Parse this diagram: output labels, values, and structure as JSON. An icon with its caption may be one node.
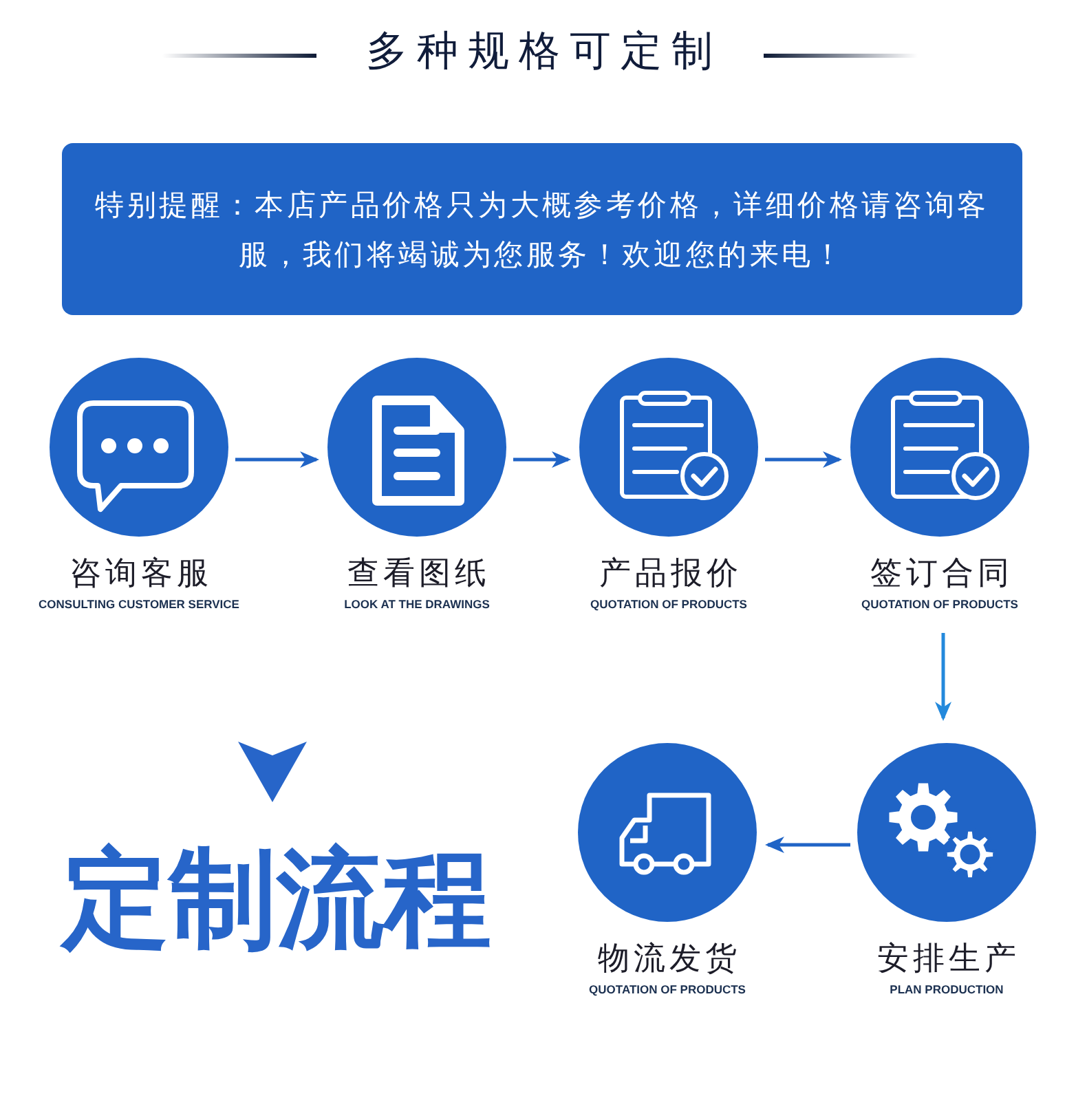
{
  "diagram": {
    "title": "多种规格可定制",
    "nodes": [
      {
        "text": [
          "特别提醒：本店产品价格只为大概参考价格，详细价格请咨询客服，我们将竭诚为您服务！欢迎您的来电！"
        ]
      },
      {
        "text": [
          "咨询客服",
          "CONSULTING CUSTOMER SERVICE"
        ]
      },
      {
        "text": [
          "查看图纸",
          "LOOK AT THE DRAWINGS"
        ]
      },
      {
        "text": [
          "产品报价",
          "QUOTATION OF PRODUCTS"
        ]
      },
      {
        "text": [
          "签订合同",
          "QUOTATION OF PRODUCTS"
        ]
      },
      {
        "text": [
          "物流发货",
          "QUOTATION OF PRODUCTS"
        ]
      },
      {
        "text": [
          "安排生产",
          "PLAN PRODUCTION"
        ]
      }
    ],
    "edges": [
      {
        "from": 1,
        "to": 2,
        "arrow": "to"
      },
      {
        "from": 2,
        "to": 3,
        "arrow": "to"
      },
      {
        "from": 3,
        "to": 4,
        "arrow": "to"
      },
      {
        "from": 4,
        "to": 6,
        "arrow": "to",
        "color": "#2389dc"
      },
      {
        "from": 6,
        "to": 5,
        "arrow": "to"
      }
    ],
    "labels": [
      "定制流程"
    ]
  }
}
